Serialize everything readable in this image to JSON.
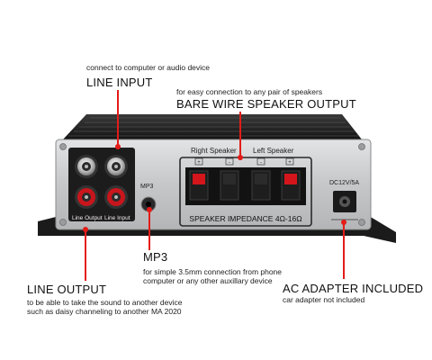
{
  "annotations": {
    "line_input": {
      "title": "LINE INPUT",
      "note": "connect to computer or audio device"
    },
    "bare_wire": {
      "title": "BARE WIRE SPEAKER OUTPUT",
      "note": "for easy connection to any pair of speakers"
    },
    "mp3": {
      "title": "MP3",
      "note_line1": "for simple 3.5mm connection from phone",
      "note_line2": "computer or any other auxillary device"
    },
    "line_output": {
      "title": "LINE OUTPUT",
      "note_line1": "to be able to take the sound to another device",
      "note_line2": "such as daisy channeling to another MA 2020"
    },
    "ac_adapter": {
      "title": "AC ADAPTER INCLUDED",
      "note": "car adapter not included"
    }
  },
  "panel": {
    "left_rca_label_1": "Line Output",
    "left_rca_label_2": "Line Input",
    "mp3_label": "MP3",
    "right_speaker_label": "Right Speaker",
    "left_speaker_label": "Left Speaker",
    "terminal_plus": "+",
    "terminal_minus": "-",
    "impedance_label": "SPEAKER  IMPEDANCE  4Ω-16Ω",
    "dc_label": "DC12V/5A"
  },
  "colors": {
    "accent_red": "#e41b17",
    "panel_silver": "#c9cacc",
    "body_black": "#1b1b1b"
  }
}
